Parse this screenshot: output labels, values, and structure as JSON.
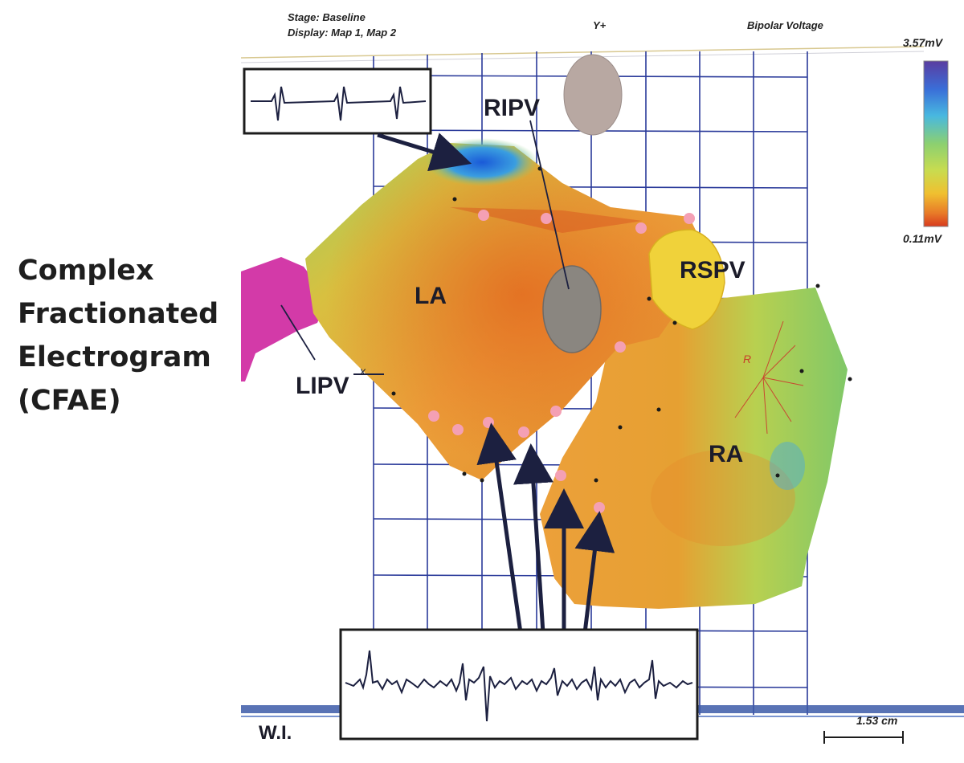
{
  "caption": {
    "lines": [
      "Complex",
      "Fractionated",
      "Electrogram",
      "(CFAE)"
    ]
  },
  "map_header": {
    "stage": "Stage: Baseline",
    "display": "Display: Map 1, Map 2",
    "axis_marker": "Y+",
    "mode": "Bipolar Voltage"
  },
  "color_scale": {
    "max_label": "3.57mV",
    "min_label": "0.11mV",
    "colors": [
      "#5a3ca0",
      "#3a6ed8",
      "#48b8e0",
      "#8cd070",
      "#c8dc50",
      "#f0c030",
      "#e87a28",
      "#d83a1e"
    ]
  },
  "regions": {
    "ripv": "RIPV",
    "rspv": "RSPV",
    "la": "LA",
    "lipv": "LIPV",
    "ra": "RA",
    "r_marker": "R",
    "x_marker": "x"
  },
  "footer": {
    "wi_label": "W.I.",
    "scale_label": "1.53 cm"
  },
  "colors": {
    "caption_text": "#1e1e1e",
    "grid": "#2a3a9a",
    "lipv_magenta": "#d33aa8",
    "rspv_yellow": "#f0d23a",
    "ablation_pink": "#f4a0b4",
    "vessel_gray": "#8a8680"
  }
}
